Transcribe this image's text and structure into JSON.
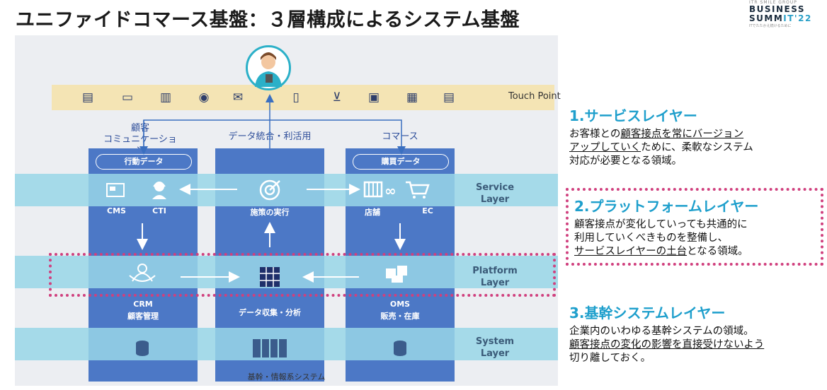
{
  "title": "ユニファイドコマース基盤：３層構成によるシステム基盤",
  "logo": {
    "line1": "ITR SMILE GROUP",
    "line2": "BUSINESS",
    "line3a": "SUMM",
    "line3b": "IT'22",
    "line4": "ITでたたかえ続けるために"
  },
  "diagram": {
    "touch_point_label": "Touch Point",
    "col_heads": {
      "left": "顧客\nコミュニケーション",
      "mid": "データ統合・利活用",
      "right": "コマース"
    },
    "pills": {
      "left": "行動データ",
      "right": "購買データ"
    },
    "service": {
      "cms": "CMS",
      "cti": "CTI",
      "mid": "施策の実行",
      "store": "店舗",
      "ec": "EC"
    },
    "platform": {
      "crm1": "CRM",
      "crm2": "顧客管理",
      "mid": "データ収集・分析",
      "oms1": "OMS",
      "oms2": "販売・在庫"
    },
    "layers": {
      "service1": "Service",
      "service2": "Layer",
      "platform1": "Platform",
      "platform2": "Layer",
      "system1": "System",
      "system2": "Layer"
    },
    "system_label": "基幹・情報系システム"
  },
  "side": {
    "s1": {
      "title": "1.サービスレイヤー",
      "l1a": "お客様との",
      "l1b": "顧客接点を常にバージョン",
      "l2a": "アップしていく",
      "l2b": "ために、柔軟なシステム",
      "l3": "対応が必要となる領域。"
    },
    "s2": {
      "title": "2.プラットフォームレイヤー",
      "l1": "顧客接点が変化していっても共通的に",
      "l2": "利用していくべきものを整備し、",
      "l3a": "サービスレイヤーの土台",
      "l3b": "となる領域。"
    },
    "s3": {
      "title": "3.基幹システムレイヤー",
      "l1": "企業内のいわゆる基幹システムの領域。",
      "l2": "顧客接点の変化の影響を直接受けないよう",
      "l3": "切り離しておく。"
    }
  },
  "colors": {
    "accent": "#1e9fcc",
    "column": "#4c78c6",
    "dotted": "#d0407e",
    "band": "#99d6e8",
    "touch": "#f4e4b4"
  }
}
